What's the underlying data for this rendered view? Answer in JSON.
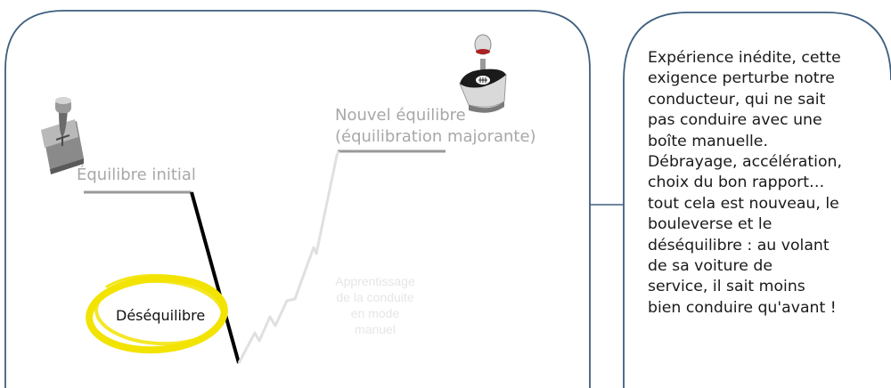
{
  "diagram": {
    "initial_label": "Équilibre initial",
    "new_label_lines": [
      "Nouvel équilibre",
      "(équilibration majorante)"
    ],
    "disequilibrium_label": "Déséquilibre",
    "learning_label_lines": [
      "Apprentissage",
      "de la conduite",
      "en mode",
      "manuel"
    ],
    "colors": {
      "frame_border": "#3f5f7f",
      "drop_line": "#000000",
      "level_lines": "#999999",
      "recovery_line": "#e0e0e0",
      "highlight_ring": "#f2e300"
    },
    "icons": [
      "gear-shifter-icon",
      "gear-shift-knob-icon"
    ]
  },
  "callout": {
    "lines": [
      "Expérience inédite, cette",
      "exigence perturbe notre",
      "conducteur, qui ne sait",
      "pas conduire avec une",
      "boîte manuelle.",
      "Débrayage, accélération,",
      "choix du bon rapport…",
      "tout cela est nouveau, le",
      "bouleverse et le",
      "déséquilibre : au volant",
      "de sa voiture de",
      "service, il sait moins",
      "bien conduire qu'avant !"
    ]
  }
}
